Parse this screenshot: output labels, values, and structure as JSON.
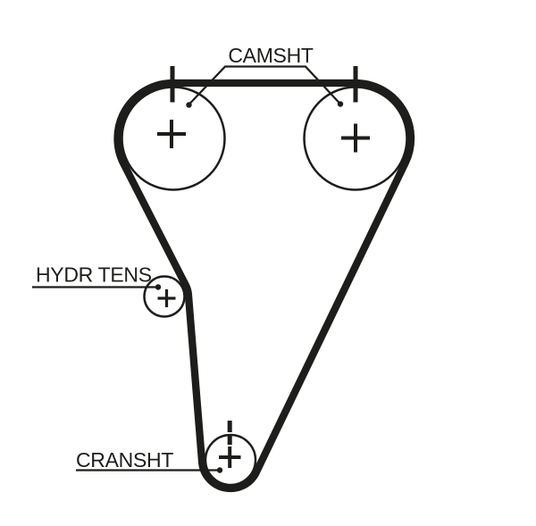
{
  "page": {
    "background_color": "#ffffff",
    "ink_color": "#1d1d1b"
  },
  "diagram": {
    "kind": "timing-belt-routing-diagram",
    "labels": {
      "camshaft": "CAMSHT",
      "tensioner": "HYDR TENS",
      "crankshaft": "CRANSHT"
    },
    "components": [
      {
        "id": "camshaft-pulley-left",
        "label": "CAMSHT",
        "center_mark": "plus",
        "timing_mark": "solid-tick"
      },
      {
        "id": "camshaft-pulley-right",
        "label": "CAMSHT",
        "center_mark": "plus",
        "timing_mark": "solid-tick"
      },
      {
        "id": "hydraulic-tensioner",
        "label": "HYDR TENS",
        "center_mark": "plus"
      },
      {
        "id": "crankshaft-pulley",
        "label": "CRANSHT",
        "center_mark": "plus",
        "timing_mark": "dashed-tick"
      }
    ]
  }
}
